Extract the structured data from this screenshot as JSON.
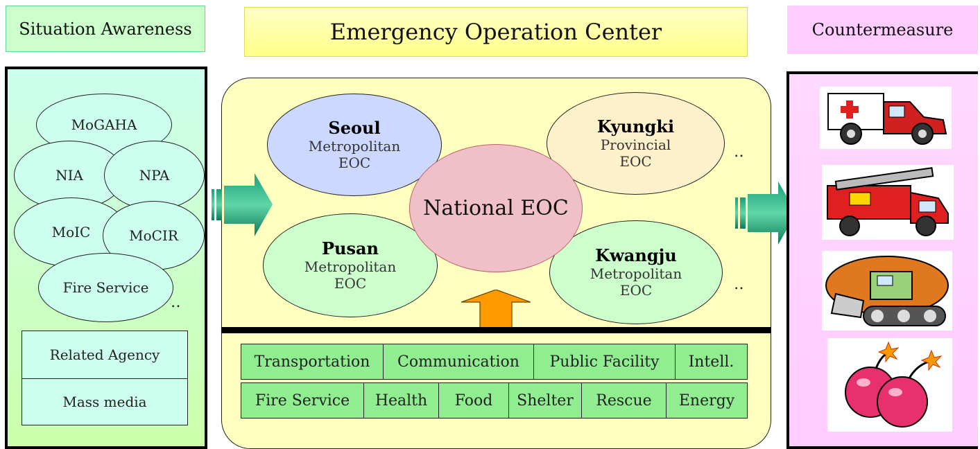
{
  "headers": {
    "situation": "Situation Awareness",
    "center": "Emergency Operation Center",
    "countermeasure": "Countermeasure"
  },
  "situation": {
    "agencies": [
      "MoGAHA",
      "NIA",
      "NPA",
      "MoIC",
      "MoCIR",
      "Fire Service"
    ],
    "dots": "‥",
    "related_agency": "Related Agency",
    "mass_media": "Mass media"
  },
  "eoc": {
    "national": "National EOC",
    "regions": [
      {
        "name": "Seoul",
        "line1": "Metropolitan",
        "line2": "EOC"
      },
      {
        "name": "Kyungki",
        "line1": "Provincial",
        "line2": "EOC"
      },
      {
        "name": "Pusan",
        "line1": "Metropolitan",
        "line2": "EOC"
      },
      {
        "name": "Kwangju",
        "line1": "Metropolitan",
        "line2": "EOC"
      }
    ],
    "dots": "‥"
  },
  "functions": {
    "row1": [
      "Transportation",
      "Communication",
      "Public Facility",
      "Intell."
    ],
    "row2": [
      "Fire Service",
      "Health",
      "Food",
      "Shelter",
      "Rescue",
      "Energy"
    ]
  },
  "countermeasure_icons": [
    "ambulance-icon",
    "fire-truck-icon",
    "bulldozer-icon",
    "bomb-icon"
  ],
  "colors": {
    "situation_bg": "#ccffcc",
    "eoc_bg": "#ffffc0",
    "countermeasure_bg": "#ffccff",
    "function_box": "#90ee90",
    "national_eoc": "#f0c0c8",
    "seoul": "#ccd8ff",
    "kyungki": "#fff0cc",
    "pusan": "#ccffcc",
    "kwangju": "#ccffcc"
  }
}
